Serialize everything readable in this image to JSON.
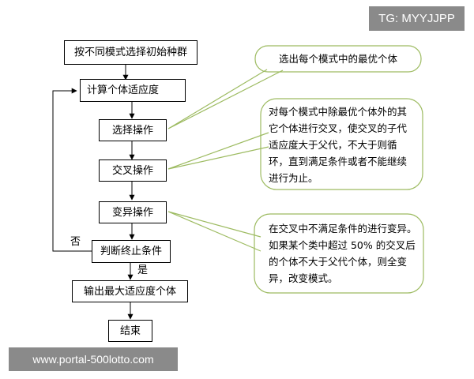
{
  "flowchart": {
    "steps": {
      "init": "按不同模式选择初始种群",
      "fitness": "计算个体适应度",
      "select": "选择操作",
      "crossover": "交叉操作",
      "mutate": "变异操作",
      "check": "判断终止条件",
      "output": "输出最大适应度个体",
      "end": "结束"
    },
    "labels": {
      "no": "否",
      "yes": "是"
    },
    "notes": {
      "select": "选出每个模式中的最优个体",
      "crossover": "对每个模式中除最优个体外的其它个体进行交叉，使交叉的子代适应度大于父代，不大于则循环，直到满足条件或者不能继续进行为止。",
      "mutate": "在交叉中不满足条件的进行变异。如果某个类中超过 50% 的交叉后的个体不大于父代个体，则全变异，改变模式。"
    }
  },
  "watermarks": {
    "top": "TG: MYYJJPP",
    "bottom": "www.portal-500lotto.com"
  },
  "colors": {
    "note_border": "#9dbb61",
    "note_connector": "#9dbb61",
    "watermark_bg": "#8a8a8a",
    "watermark_text": "#ffffff"
  }
}
